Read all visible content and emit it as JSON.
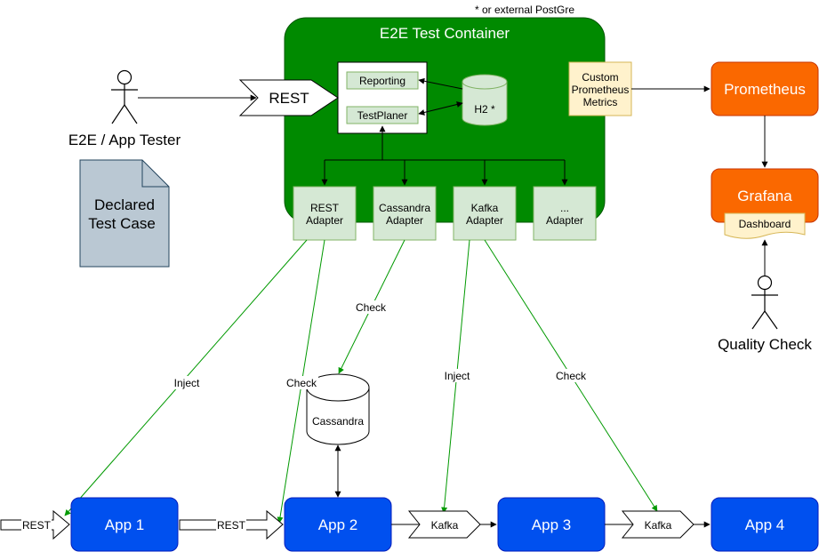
{
  "note": "* or external PostGre",
  "container": {
    "title": "E2E Test Container",
    "fill": "#008a00"
  },
  "rest_entry": {
    "label": "REST"
  },
  "tester": {
    "label": "E2E / App Tester"
  },
  "test_case": {
    "line1": "Declared",
    "line2": "Test Case"
  },
  "core": {
    "reporting": "Reporting",
    "testplaner": "TestPlaner"
  },
  "h2": {
    "label": "H2 *"
  },
  "metrics": {
    "line1": "Custom",
    "line2": "Prometheus",
    "line3": "Metrics"
  },
  "prometheus": {
    "label": "Prometheus"
  },
  "grafana": {
    "label": "Grafana",
    "dashboard": "Dashboard"
  },
  "quality": {
    "label": "Quality Check"
  },
  "adapters": [
    {
      "line1": "REST",
      "line2": "Adapter"
    },
    {
      "line1": "Cassandra",
      "line2": "Adapter"
    },
    {
      "line1": "Kafka",
      "line2": "Adapter"
    },
    {
      "line1": "...",
      "line2": "Adapter"
    }
  ],
  "edge_labels": {
    "inject_rest": "Inject",
    "check_rest": "Check",
    "check_cassandra": "Check",
    "inject_kafka": "Inject",
    "check_kafka": "Check"
  },
  "cassandra": {
    "label": "Cassandra"
  },
  "apps": [
    {
      "label": "App 1"
    },
    {
      "label": "App 2"
    },
    {
      "label": "App 3"
    },
    {
      "label": "App 4"
    }
  ],
  "flows": {
    "rest_in": "REST",
    "rest_1_2": "REST",
    "kafka_2_3": "Kafka",
    "kafka_3_4": "Kafka"
  },
  "colors": {
    "green_box": "#d5e8d4",
    "green_border": "#82b366",
    "orange": "#fa6800",
    "blue": "#0050ef",
    "note_yellow": "#fff2cc",
    "doc_gray": "#bac8d3",
    "inject_line": "#009900"
  }
}
